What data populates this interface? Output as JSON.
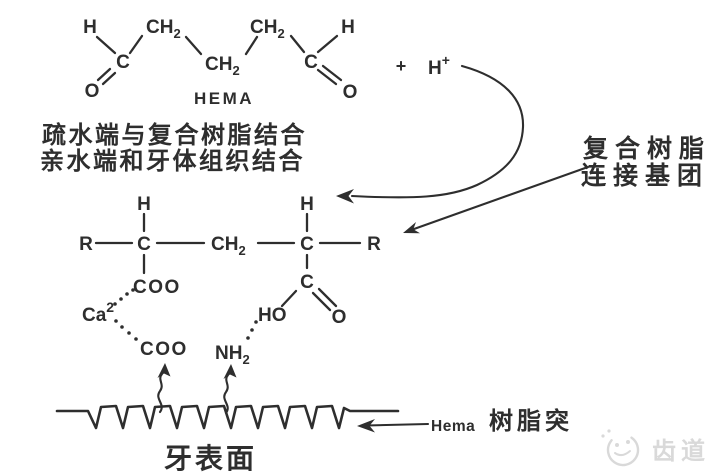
{
  "hema_top": {
    "h_left": "H",
    "c_left": "C",
    "o_left": "O",
    "ch_a": "CH",
    "ch_a_sub": "2",
    "ch_mid": "CH",
    "ch_mid_sub": "2",
    "ch_b": "CH",
    "ch_b_sub": "2",
    "c_right": "C",
    "h_right": "H",
    "o_right": "O",
    "name": "HEMA",
    "plus": "+",
    "proton": "H",
    "proton_charge": "+"
  },
  "notes": {
    "hydrophobic_line": "疏水端与复合树脂结合",
    "hydrophilic_line": "亲水端和牙体组织结合",
    "resin_line1": "复合树脂",
    "resin_line2": "连接基团"
  },
  "polymer": {
    "h_left": "H",
    "h_right": "H",
    "r_left": "R",
    "r_right": "R",
    "c_left": "C",
    "c_right": "C",
    "ch": "CH",
    "ch_sub": "2",
    "coo_upper": "COO",
    "coo_lower": "COO",
    "ca": "Ca",
    "ca_charge": "2",
    "nh": "NH",
    "nh_sub": "2",
    "ho": "HO",
    "carboxyl_c": "C",
    "carboxyl_o": "O"
  },
  "surface": {
    "tooth_label": "牙表面",
    "hema_tag": "Hema",
    "resin_tag": "树脂突"
  },
  "watermark": {
    "brand": "齿道"
  },
  "colors": {
    "ink": "#2e2e2e",
    "background": "#ffffff",
    "watermark": "#d9d9d9"
  }
}
